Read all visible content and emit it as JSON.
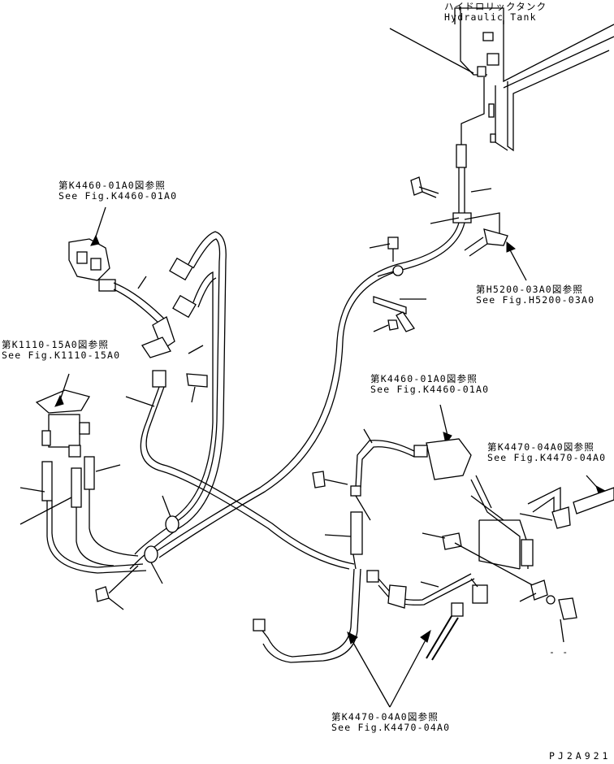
{
  "labels": {
    "hydraulic_tank": {
      "jp": "ハイドロリックタンク",
      "en": "Hydraulic Tank"
    },
    "ref_k4460_top": {
      "jp": "第K4460-01A0図参照",
      "en": "See Fig.K4460-01A0"
    },
    "ref_k1110": {
      "jp": "第K1110-15A0図参照",
      "en": "See Fig.K1110-15A0"
    },
    "ref_h5200": {
      "jp": "第H5200-03A0図参照",
      "en": "See Fig.H5200-03A0"
    },
    "ref_k4460_mid": {
      "jp": "第K4460-01A0図参照",
      "en": "See Fig.K4460-01A0"
    },
    "ref_k4470_right": {
      "jp": "第K4470-04A0図参照",
      "en": "See Fig.K4470-04A0"
    },
    "ref_k4470_bottom": {
      "jp": "第K4470-04A0図参照",
      "en": "See Fig.K4470-04A0"
    },
    "drawing_code": "PJ2A921",
    "dash_mark": "- -"
  }
}
